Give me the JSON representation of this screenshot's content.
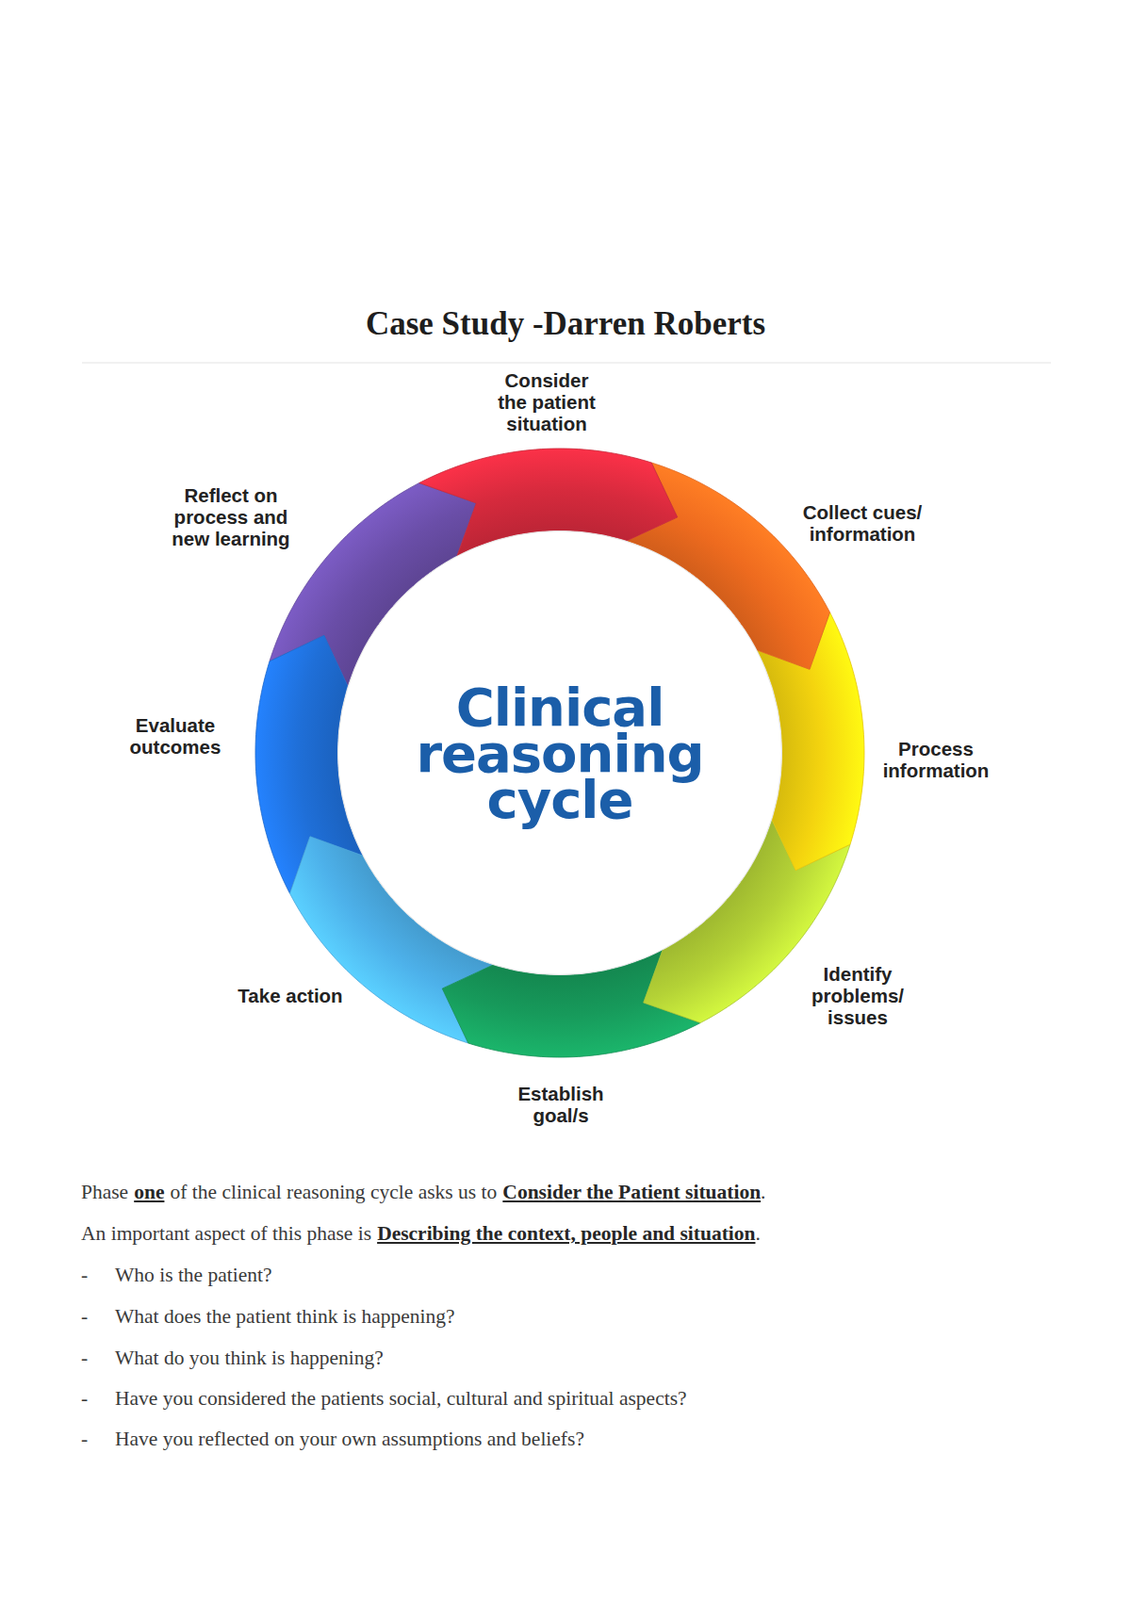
{
  "diagram": {
    "title": "Case Study -Darren Roberts",
    "nodes": [
      {
        "text": [
          "Clinical reasoning cycle"
        ]
      }
    ],
    "labels": [
      "Consider the patient situation",
      "Collect cues/ information",
      "Process information",
      "Identify problems/ issues",
      "Establish goal/s",
      "Take action",
      "Evaluate outcomes",
      "Reflect on process and new learning",
      "Phase",
      "one",
      "of the clinical reasoning cycle asks us to",
      "Consider the Patient situation",
      ".",
      "An important aspect of this phase is",
      "Describing the context, people and situation",
      ".",
      "-",
      "Who is the patient?",
      "-",
      "What does the patient think is happening?",
      "-",
      "What do you think is happening?",
      "-",
      "Have you considered the patients social, cultural and spiritual aspects?",
      "-",
      "Have you reflected on your own assumptions and beliefs?"
    ]
  }
}
